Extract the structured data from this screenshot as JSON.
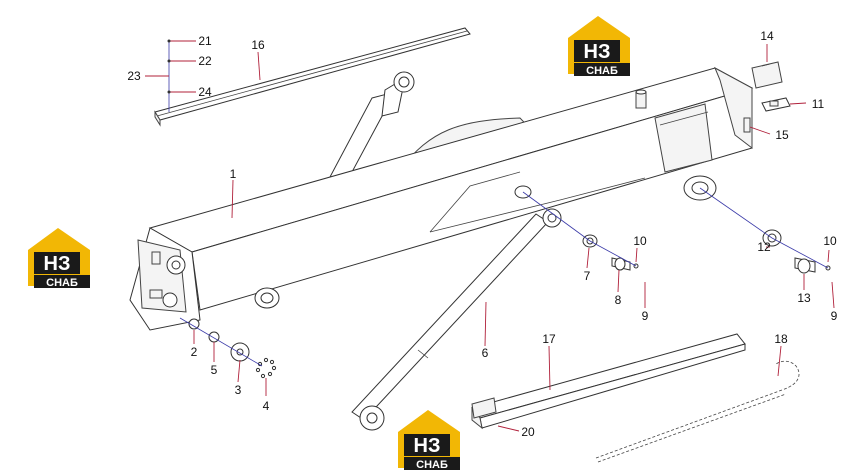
{
  "logo": {
    "mark": "НЗ",
    "name": "СНАБ"
  },
  "callouts": [
    "1",
    "2",
    "3",
    "4",
    "5",
    "6",
    "7",
    "8",
    "9",
    "9",
    "10",
    "10",
    "11",
    "12",
    "13",
    "14",
    "15",
    "16",
    "17",
    "18",
    "20",
    "21",
    "22",
    "23",
    "24"
  ],
  "colors": {
    "logo_yellow": "#f2b705",
    "logo_black": "#1a1a1a",
    "leader": "#3a3aa8",
    "callout_line": "#b0203a"
  }
}
